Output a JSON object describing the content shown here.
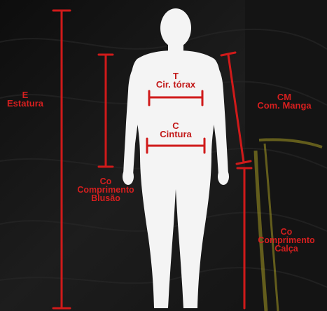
{
  "palette": {
    "background": "#171717",
    "silhouette": "#f4f4f4",
    "measure_red": "#d01a1a",
    "accent_yellow": "#a59a23"
  },
  "labels": {
    "estatura": {
      "code": "E",
      "name": "Estatura"
    },
    "comprimento_blusao": {
      "code": "Co",
      "line1": "Comprimento",
      "line2": "Blusão"
    },
    "torax": {
      "code": "T",
      "name": "Cir. tórax"
    },
    "cintura": {
      "code": "C",
      "name": "Cintura"
    },
    "manga": {
      "code": "CM",
      "name": "Com. Manga"
    },
    "comprimento_calca": {
      "code": "Co",
      "line1": "Comprimento",
      "line2": "Calça"
    }
  },
  "icons": {
    "figure": "human-silhouette-icon"
  }
}
